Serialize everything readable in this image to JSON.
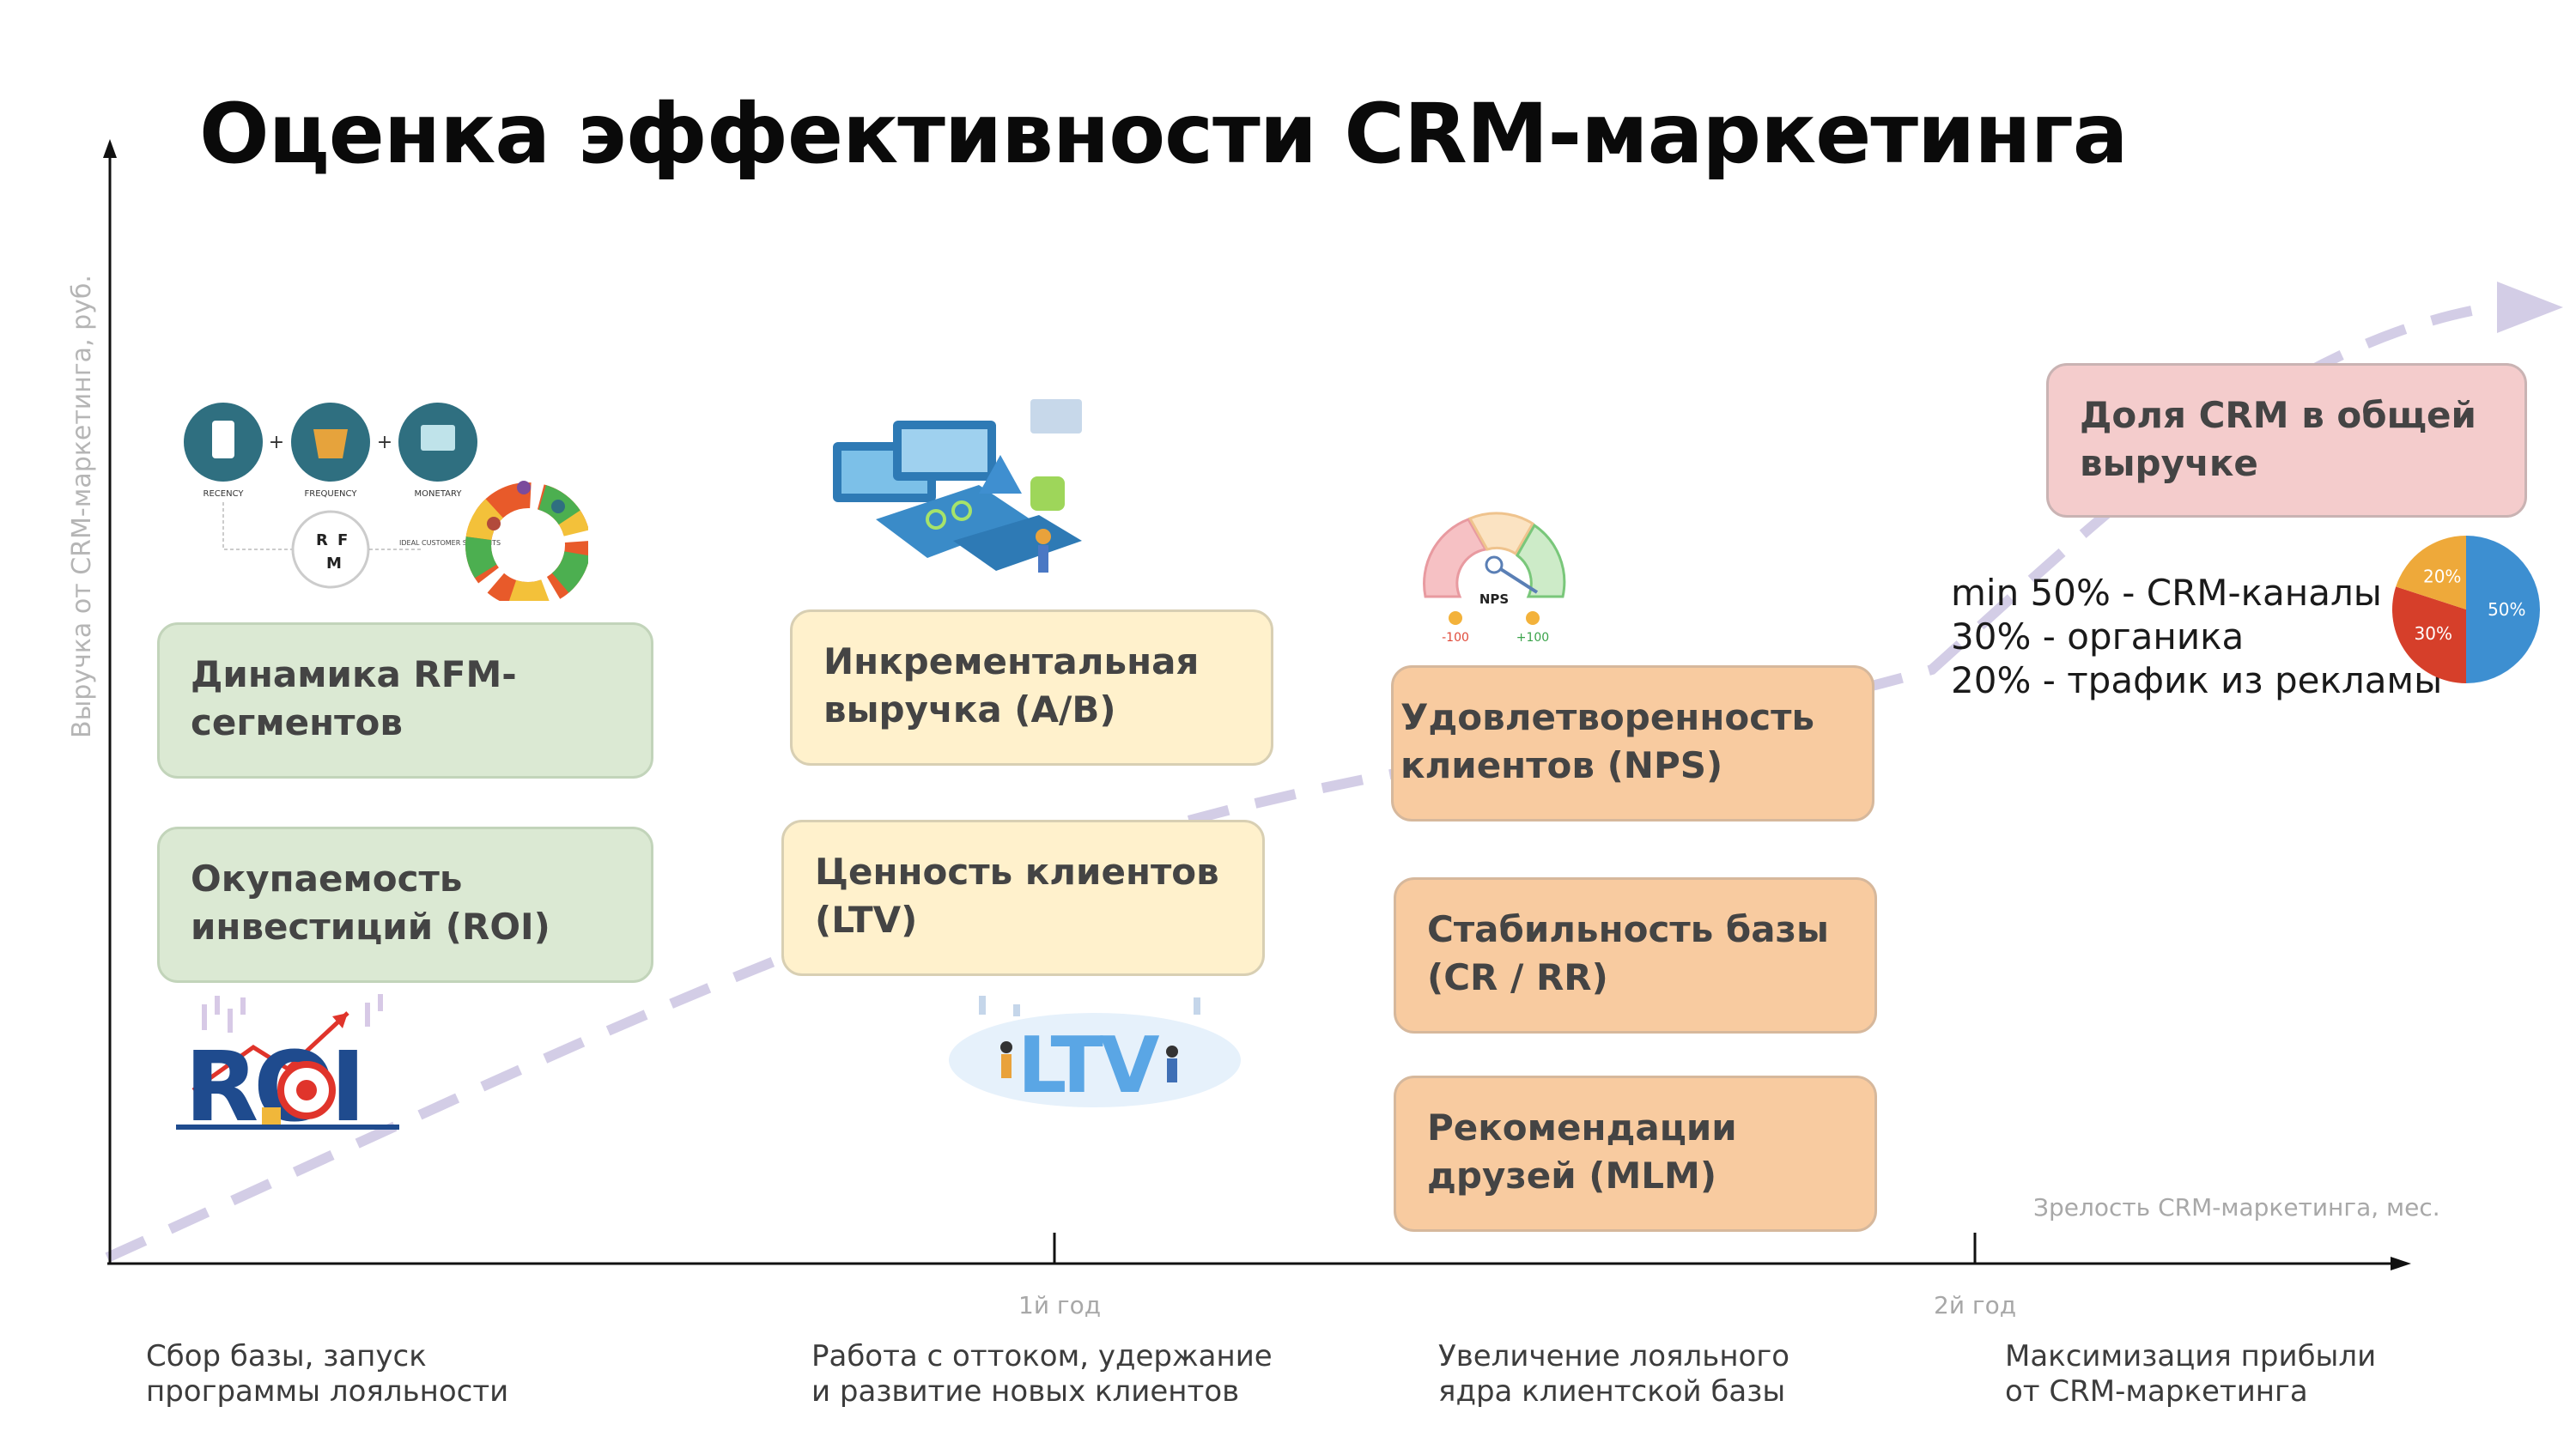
{
  "title": "Оценка эффективности CRM-маркетинга",
  "axes": {
    "y_label": "Выручка от CRM-маркетинга, руб.",
    "x_label": "Зрелость CRM-маркетинга, мес.",
    "ticks": [
      "1й год",
      "2й год"
    ]
  },
  "stages": [
    {
      "line1": "Сбор базы, запуск",
      "line2": "программы лояльности"
    },
    {
      "line1": "Работа с оттоком, удержание",
      "line2": "и развитие новых клиентов"
    },
    {
      "line1": "Увеличение  лояльного",
      "line2": "ядра клиентской базы"
    },
    {
      "line1": "Максимизация прибыли",
      "line2": "от CRM-маркетинга"
    }
  ],
  "cards": {
    "rfm": {
      "line1": "Динамика RFM-",
      "line2": "сегментов"
    },
    "roi": {
      "line1": "Окупаемость",
      "line2": "инвестиций (ROI)"
    },
    "ab": {
      "line1": "Инкрементальная",
      "line2": "выручка (A/B)"
    },
    "ltv": {
      "line1": "Ценность клиентов",
      "line2": "(LTV)"
    },
    "nps": {
      "line1": "Удовлетворенность",
      "line2": "клиентов (NPS)"
    },
    "cr": {
      "line1": "Стабильность базы",
      "line2": "(CR / RR)"
    },
    "mlm": {
      "line1": "Рекомендации",
      "line2": "друзей  (MLM)"
    },
    "crm_share": {
      "line1": "Доля CRM в общей",
      "line2": "выручке"
    }
  },
  "crm_share_list": [
    "min 50% - CRM-каналы",
    "30% - органика",
    "20% - трафик из рекламы"
  ],
  "pie": {
    "slices": [
      {
        "label": "50%",
        "value": 50,
        "color": "#3d8fd1"
      },
      {
        "label": "30%",
        "value": 30,
        "color": "#d63f2a"
      },
      {
        "label": "20%",
        "value": 20,
        "color": "#eea93a"
      }
    ]
  },
  "illustrations": {
    "rfm": {
      "captions": [
        "RECENCY",
        "FREQUENCY",
        "MONETARY"
      ],
      "letters": [
        "R",
        "F",
        "M"
      ],
      "note": "IDEAL CUSTOMER SEGMENTS"
    },
    "roi": {
      "text": "ROI"
    },
    "ltv": {
      "text": "LTV"
    },
    "nps": {
      "text": "NPS",
      "min": "-100",
      "max": "+100"
    }
  },
  "colors": {
    "curve": "#d3cde6",
    "axis": "#111111",
    "green": "#dbe9d3",
    "yellow": "#fff1cc",
    "orange": "#f8cba0",
    "pink": "#f4cccc"
  }
}
